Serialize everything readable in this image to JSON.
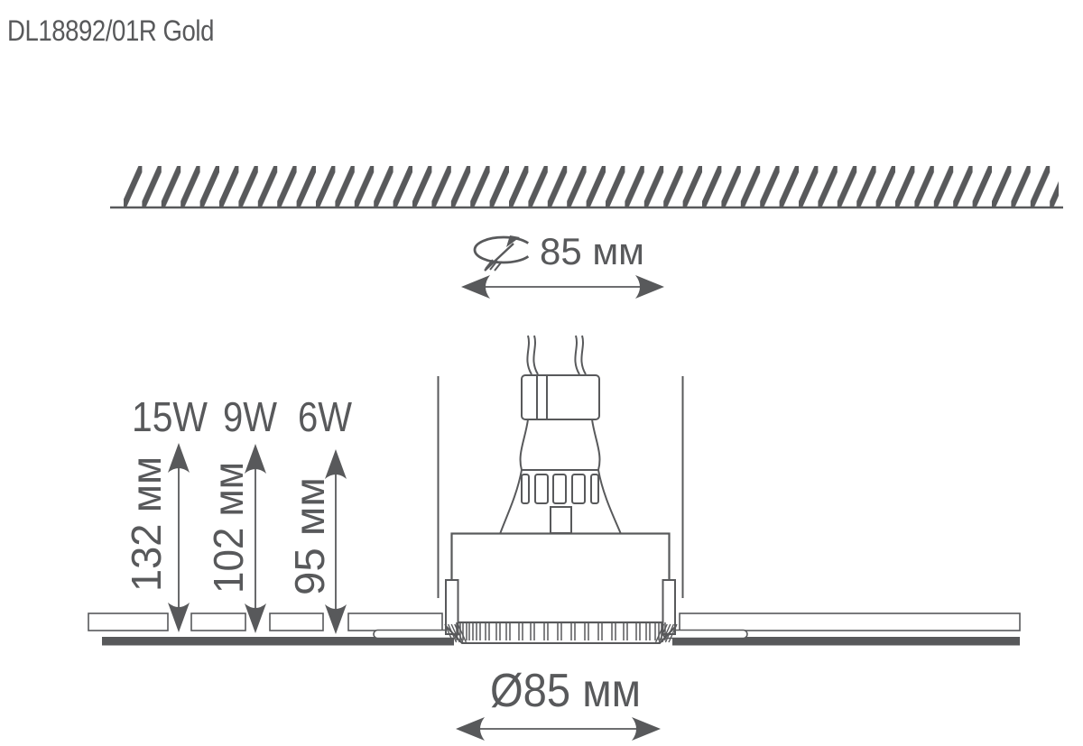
{
  "title": "DL18892/01R Gold",
  "colors": {
    "line": "#58595b",
    "background": "#ffffff"
  },
  "diagram": {
    "cutout_dimension": "85 мм",
    "diameter_dimension": "Ø85 мм",
    "height_dimensions": [
      {
        "wattage": "15W",
        "height": "132 мм"
      },
      {
        "wattage": "9W",
        "height": "102 мм"
      },
      {
        "wattage": "6W",
        "height": "95 мм"
      }
    ]
  }
}
